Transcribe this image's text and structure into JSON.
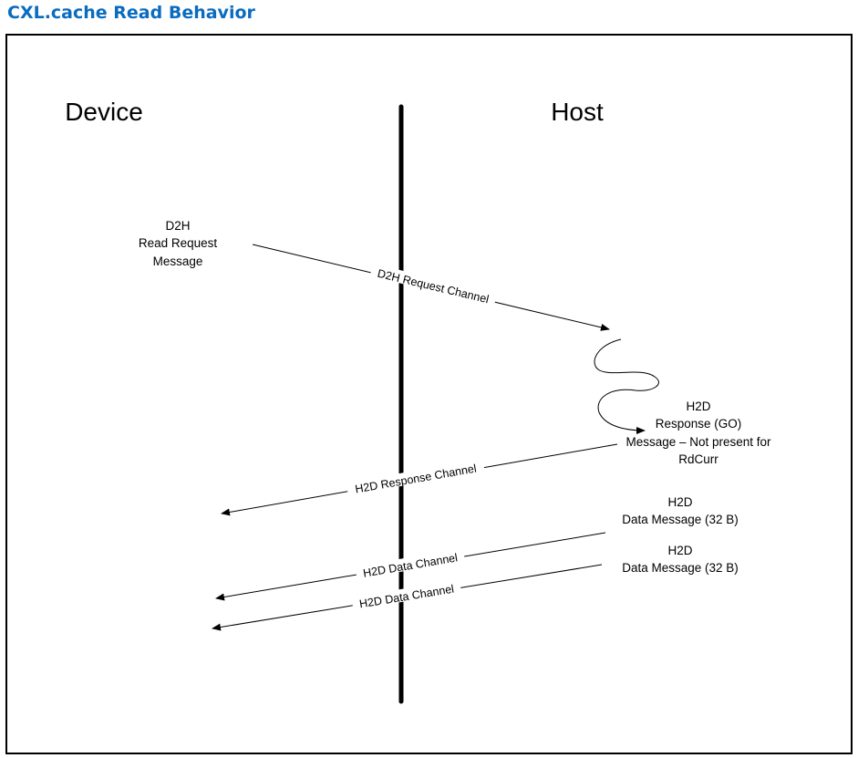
{
  "title": "CXL.cache Read Behavior",
  "participants": {
    "left": "Device",
    "right": "Host"
  },
  "messages": {
    "d2h_request": [
      "D2H",
      "Read Request",
      "Message"
    ],
    "h2d_response": [
      "H2D",
      "Response (GO)",
      "Message – Not present for",
      "RdCurr"
    ],
    "h2d_data_1": [
      "H2D",
      "Data Message (32 B)"
    ],
    "h2d_data_2": [
      "H2D",
      "Data Message (32 B)"
    ]
  },
  "channels": {
    "d2h_request": "D2H Request Channel",
    "h2d_response": "H2D Response Channel",
    "h2d_data_1": "H2D Data Channel",
    "h2d_data_2": "H2D Data Channel"
  }
}
